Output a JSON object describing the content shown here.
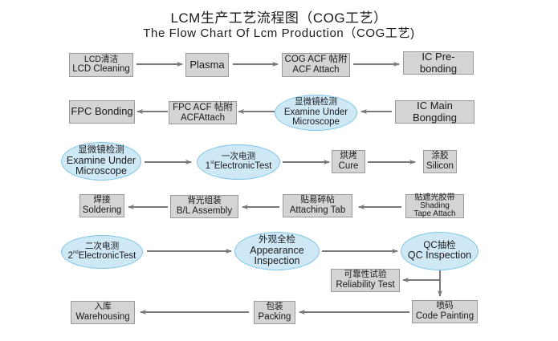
{
  "title": {
    "zh": "LCM生产工艺流程图（COG工艺）",
    "en": "The Flow Chart Of Lcm Production（COG工艺)"
  },
  "colors": {
    "box_fill": "#d4d4d4",
    "box_border": "#9a9a9a",
    "oval_fill": "#cfe8f5",
    "oval_border": "#7cc6ea",
    "arrow": "#7a7a7a"
  },
  "steps": {
    "lcd_cleaning": {
      "zh": "LCD清洁",
      "en": "LCD Cleaning"
    },
    "plasma": {
      "en": "Plasma"
    },
    "cog_acf": {
      "zh": "COG ACF 帖附",
      "en": "ACF Attach"
    },
    "ic_prebonding": {
      "en": "IC Pre-bonding"
    },
    "ic_main_bonding": {
      "en": "IC Main Bongding"
    },
    "examine_1": {
      "zh": "显微镜检测",
      "en1": "Examine Under",
      "en2": "Microscope"
    },
    "fpc_acf": {
      "zh": "FPC ACF 帖附",
      "en": "ACFAttach"
    },
    "fpc_bonding": {
      "en": "FPC Bonding"
    },
    "examine_2": {
      "zh": "显微镜检测",
      "en1": "Examine Under",
      "en2": "Microscope"
    },
    "test_1": {
      "zh": "一次电测",
      "num": "1",
      "sup": "st",
      "en": "ElectronicTest"
    },
    "cure": {
      "zh": "烘烤",
      "en": "Cure"
    },
    "silicon": {
      "zh": "涂胶",
      "en": "Silicon"
    },
    "shading": {
      "zh": "贴遮光胶带",
      "en1": "Shading",
      "en2": "Tape Attach"
    },
    "attaching_tab": {
      "zh": "贴易碎帖",
      "en": "Attaching Tab"
    },
    "bl_assembly": {
      "zh": "背光组装",
      "en": "B/L Assembly"
    },
    "soldering": {
      "zh": "焊接",
      "en": "Soldering"
    },
    "test_2": {
      "zh": "二次电测",
      "num": "2",
      "sup": "nd",
      "en": "ElectronicTest"
    },
    "appearance": {
      "zh": "外观全检",
      "en1": "Appearance",
      "en2": "Inspection"
    },
    "qc": {
      "zh": "QC抽检",
      "en": "QC Inspection"
    },
    "reliability": {
      "zh": "可靠性试验",
      "en": "Reliability Test"
    },
    "code_painting": {
      "zh": "喷码",
      "en": "Code Painting"
    },
    "packing": {
      "zh": "包装",
      "en": "Packing"
    },
    "warehousing": {
      "zh": "入库",
      "en": "Warehousing"
    }
  }
}
